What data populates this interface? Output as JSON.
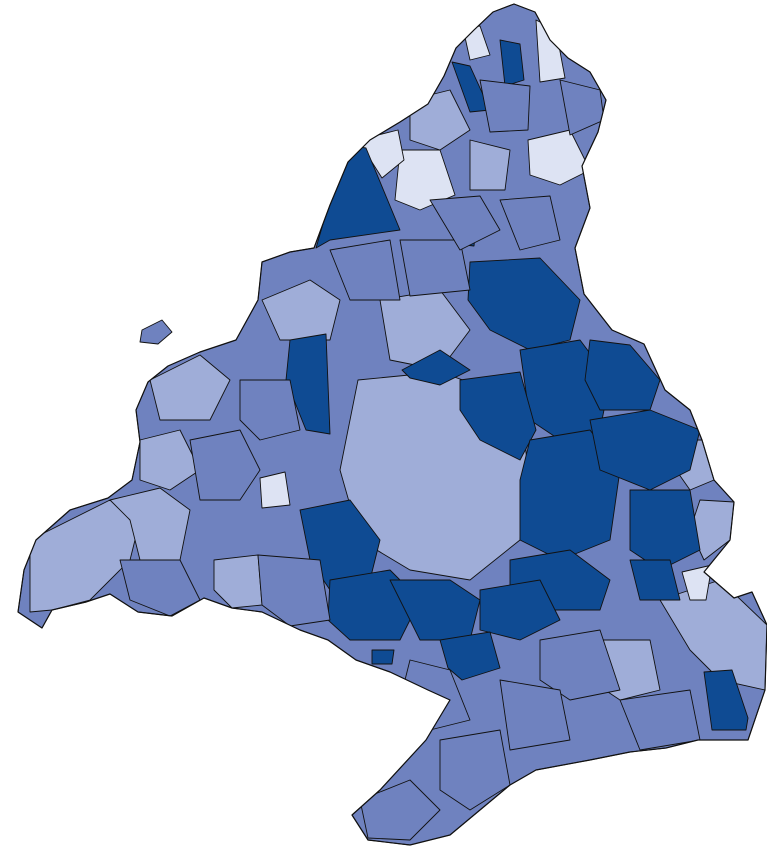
{
  "map": {
    "legend": [],
    "classes": [
      {
        "id": "c1",
        "color": "#dde3f3"
      },
      {
        "id": "c2",
        "color": "#9fadd8"
      },
      {
        "id": "c3",
        "color": "#6f82bf"
      },
      {
        "id": "c4",
        "color": "#0f4b93"
      }
    ],
    "line_color": "#111111",
    "background": "#ffffff"
  }
}
